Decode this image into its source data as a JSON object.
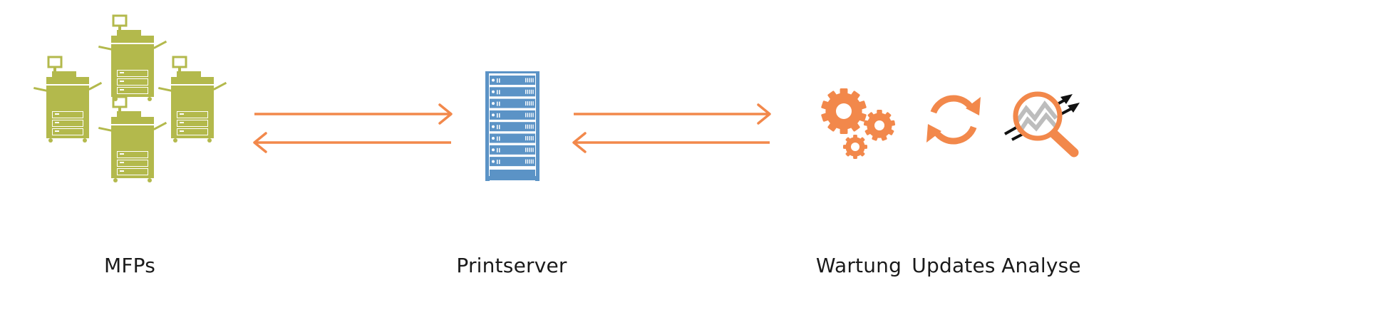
{
  "colors": {
    "mfp": "#b3b94c",
    "server": "#5b93c6",
    "accent": "#f2884b",
    "analyse_gray": "#bdbdbd",
    "analyse_black": "#111111"
  },
  "nodes": {
    "mfps": {
      "label": "MFPs",
      "icon": "printer-icon"
    },
    "printserver": {
      "label": "Printserver",
      "icon": "server-rack-icon"
    },
    "services": [
      {
        "label": "Wartung",
        "icon": "gears-icon"
      },
      {
        "label": "Updates",
        "icon": "refresh-icon"
      },
      {
        "label": "Analyse",
        "icon": "magnifier-chart-icon"
      }
    ]
  },
  "connections": [
    {
      "from": "mfps",
      "to": "printserver",
      "direction": "bidirectional"
    },
    {
      "from": "printserver",
      "to": "services",
      "direction": "bidirectional"
    }
  ]
}
